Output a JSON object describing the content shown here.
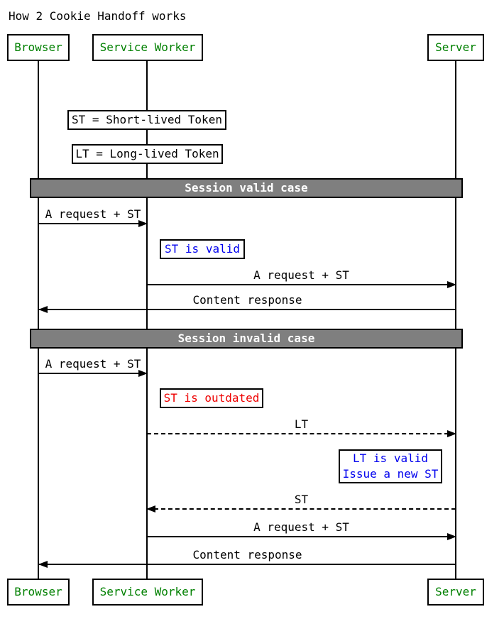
{
  "title": "How 2 Cookie Handoff works",
  "actors": {
    "browser": "Browser",
    "service_worker": "Service Worker",
    "server": "Server"
  },
  "legend": {
    "st": "ST = Short-lived Token",
    "lt": "LT = Long-lived Token"
  },
  "sections": {
    "valid": "Session valid case",
    "invalid": "Session invalid case"
  },
  "messages": [
    {
      "label": "A request + ST",
      "from": "browser",
      "to": "service_worker",
      "line": "solid"
    },
    {
      "label": "A request + ST",
      "from": "service_worker",
      "to": "server",
      "line": "solid"
    },
    {
      "label": "Content response",
      "from": "server",
      "to": "browser",
      "line": "solid"
    },
    {
      "label": "A request + ST",
      "from": "browser",
      "to": "service_worker",
      "line": "solid"
    },
    {
      "label": "LT",
      "from": "service_worker",
      "to": "server",
      "line": "dashed"
    },
    {
      "label": "ST",
      "from": "server",
      "to": "service_worker",
      "line": "dashed"
    },
    {
      "label": "A request + ST",
      "from": "service_worker",
      "to": "server",
      "line": "solid"
    },
    {
      "label": "Content response",
      "from": "server",
      "to": "browser",
      "line": "solid"
    }
  ],
  "notes": {
    "st_valid": "ST is valid",
    "st_outdated": "ST is outdated",
    "lt_valid_line1": "LT is valid",
    "lt_valid_line2": "Issue a new ST"
  },
  "colors": {
    "actor_text": "#008000",
    "info_note_text": "#0000ee",
    "error_note_text": "#ee0000",
    "section_band_bg": "#7f7f7f",
    "section_band_text": "#ffffff",
    "line": "#000000"
  }
}
